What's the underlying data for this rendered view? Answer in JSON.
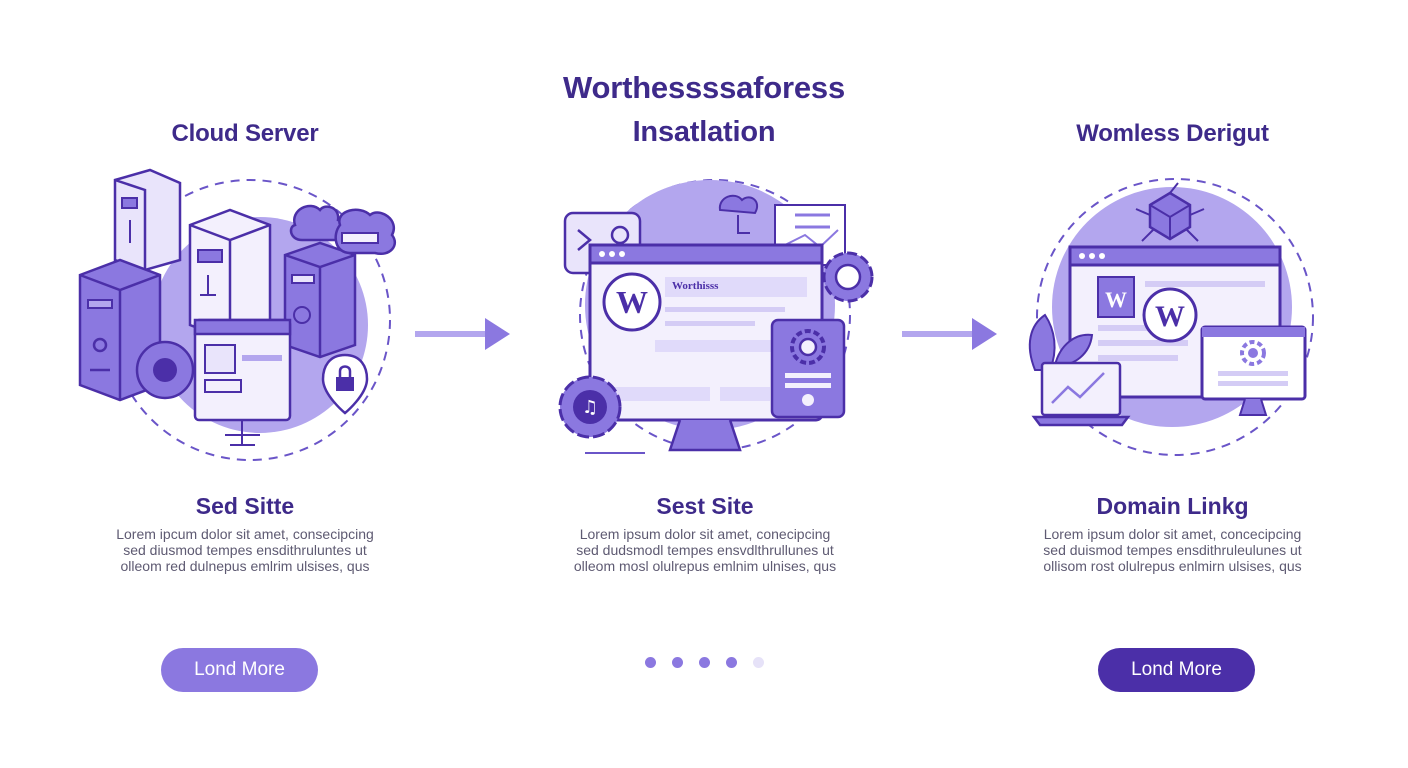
{
  "header": {
    "title_line1": "Worthessssaforess",
    "title_line2": "Insatlation"
  },
  "columns": [
    {
      "heading": "Cloud Server",
      "step_title": "Sed Sitte",
      "desc_lines": [
        "Lorem ipcum dolor sit amet, consecipcing",
        "sed diusmod tempes ensdithruluntes ut",
        "olleom red dulnepus emlrim ulsises, qus"
      ],
      "button_label": "Lond More"
    },
    {
      "heading": "",
      "step_title": "Sest Site",
      "desc_lines": [
        "Lorem ipsum dolor sit amet, conecipcing",
        "sed dudsmodl tempes ensvdlthrullunes ut",
        "olleom mosl olulrepus emlnim ulnises, qus"
      ],
      "screen_label": "Worthisss"
    },
    {
      "heading": "Womless Derigut",
      "step_title": "Domain Linkg",
      "desc_lines": [
        "Lorem ipsum dolor sit amet, concecipcing",
        "sed duismod tempes ensdithruleulunes ut",
        "ollisom rost olulrepus enlmirn ulsises, qus"
      ],
      "button_label": "Lond More"
    }
  ],
  "pagination": {
    "total": 5,
    "active_count": 4
  },
  "colors": {
    "primary_dark": "#4b2fa8",
    "primary_light": "#8b78e0",
    "heading": "#3e2a8a",
    "circle_fill": "#b3a6ee",
    "dot_inactive": "#e6e2f8"
  },
  "icons": {
    "left": [
      "server-stack-icon",
      "gear-icon",
      "lock-icon",
      "cloud-icon",
      "browser-window-icon"
    ],
    "middle": [
      "monitor-icon",
      "wordpress-logo-icon",
      "gear-icon",
      "cloud-icon",
      "music-gear-icon"
    ],
    "right": [
      "monitor-icon",
      "wordpress-logo-icon",
      "laptop-icon",
      "leaf-icon",
      "gear-icon"
    ]
  }
}
